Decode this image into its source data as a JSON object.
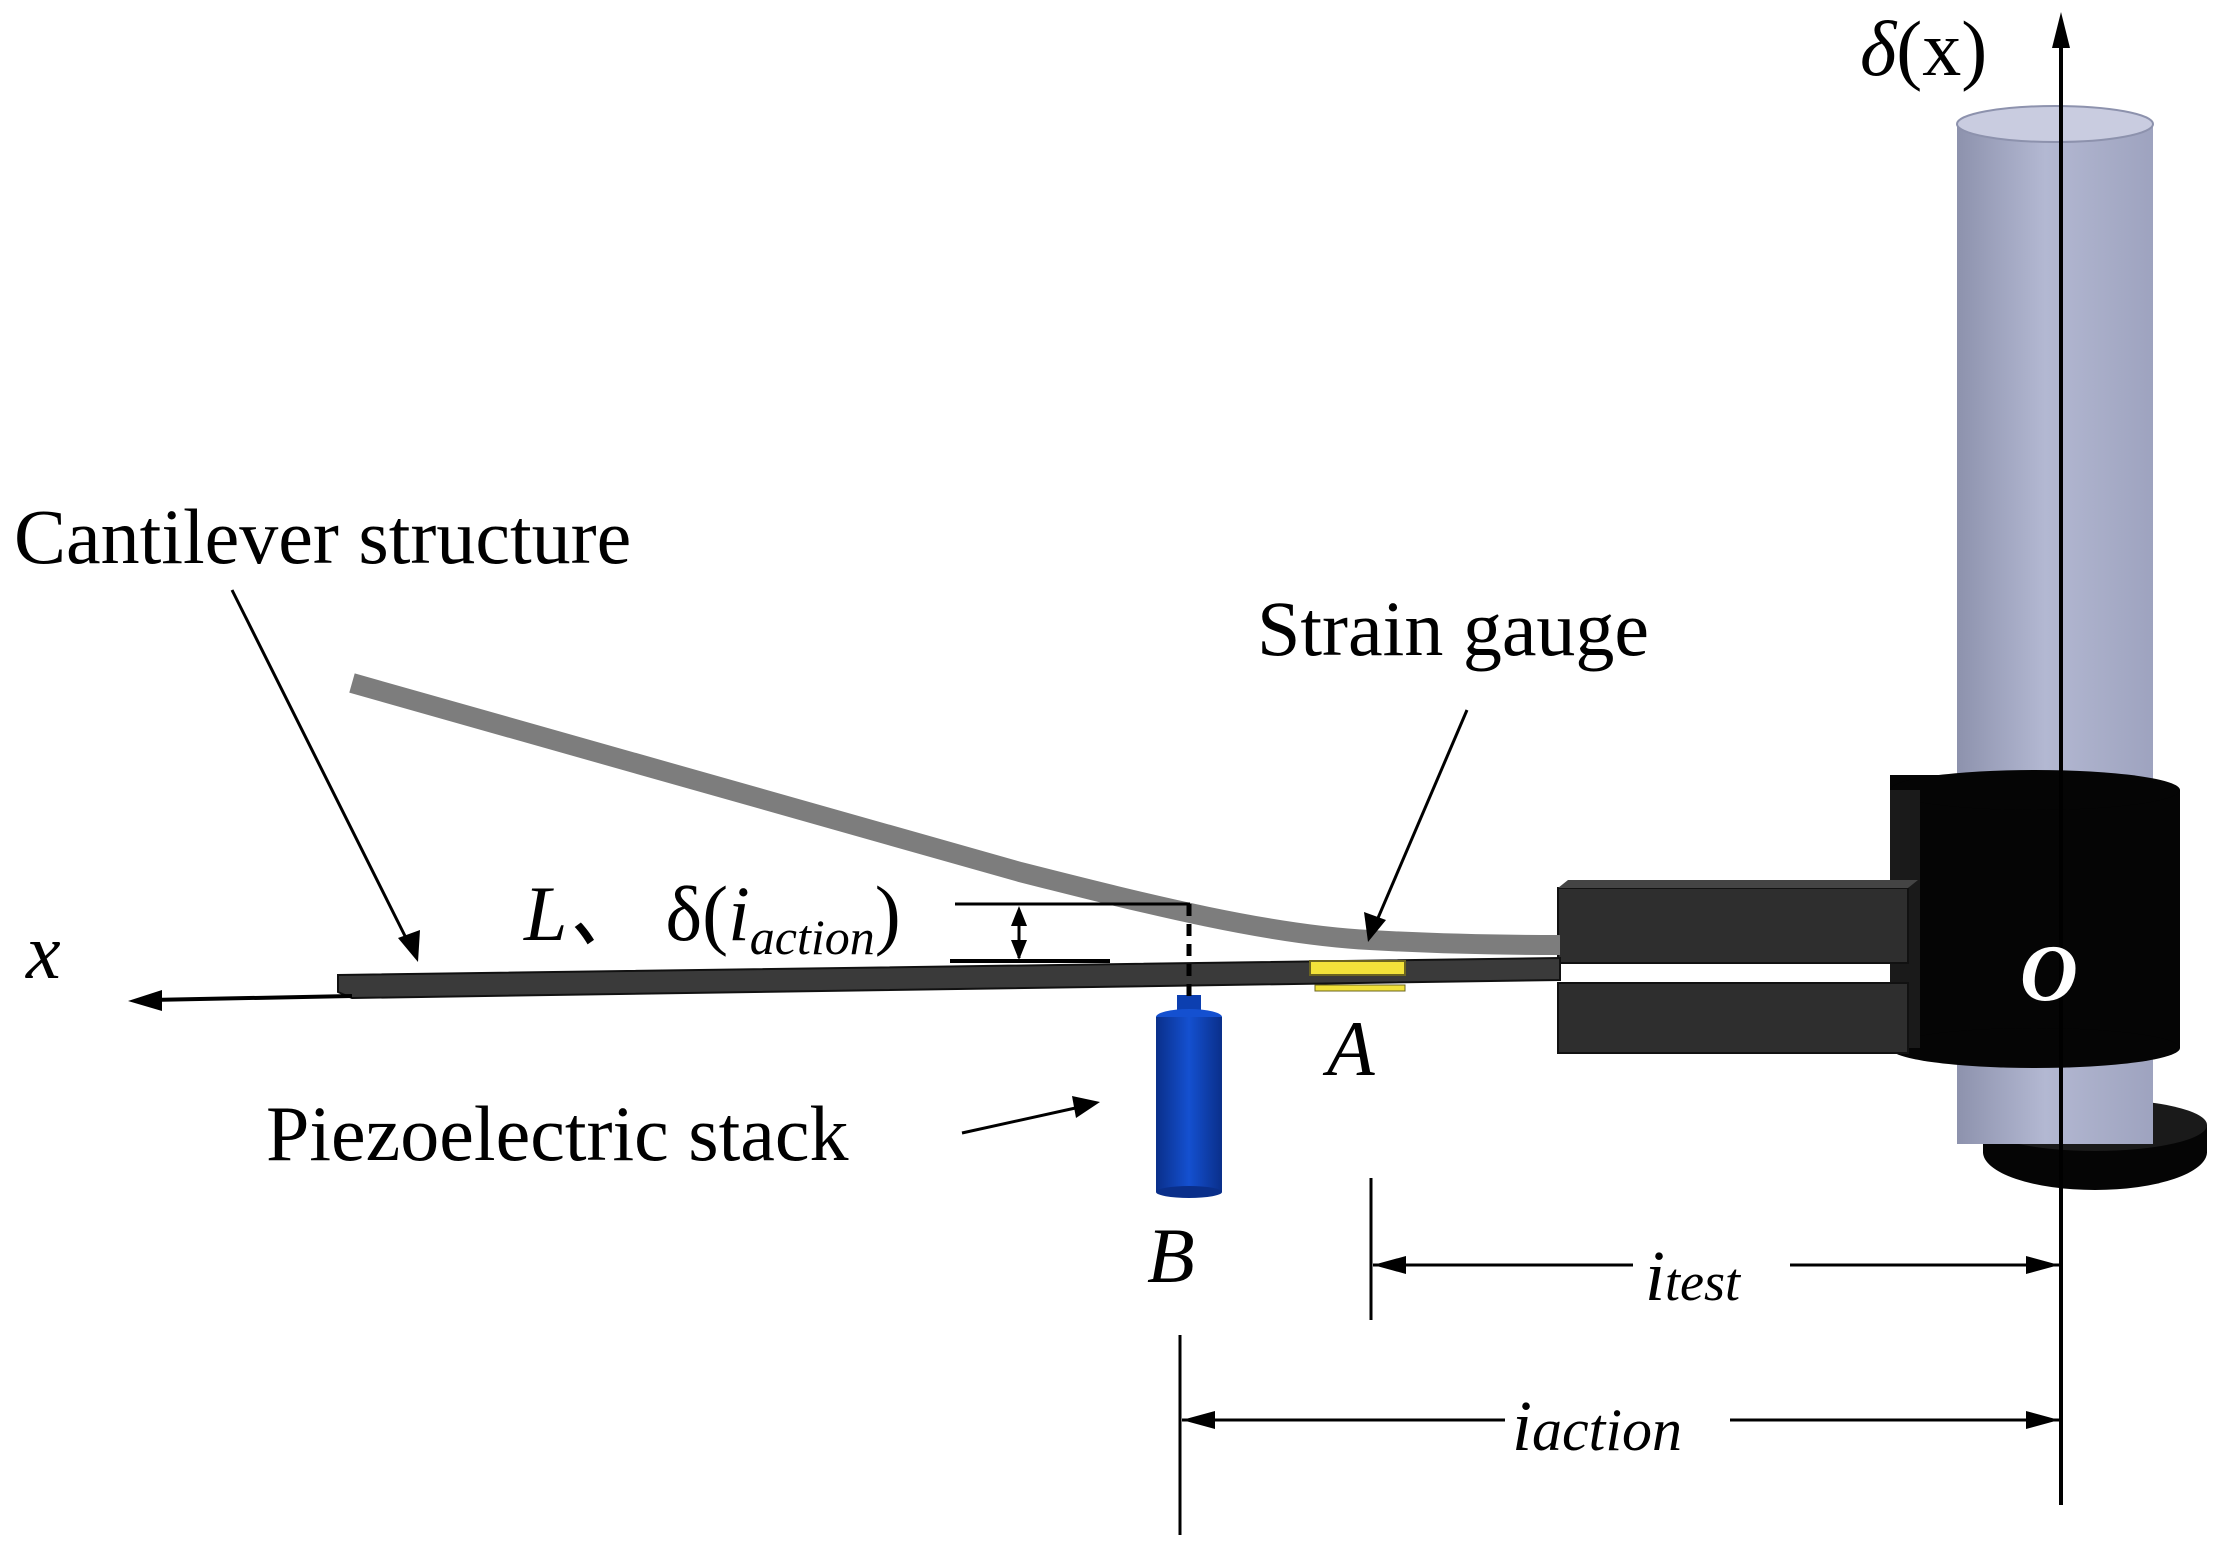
{
  "labels": {
    "cantilever": "Cantilever structure",
    "strain_gauge": "Strain gauge",
    "piezo_stack": "Piezoelectric stack",
    "x_axis": "x",
    "delta": "δ",
    "delta_x_arg": "(x)",
    "point_a": "A",
    "point_b": "B",
    "origin": "O",
    "l_sep": "L、",
    "delta_action_open": "δ(",
    "i_main": "i",
    "action_sub": "action",
    "close_paren": ")",
    "i_test_i": "i",
    "i_test_sub": "test",
    "i_action_i": "i",
    "i_action_sub": "action"
  },
  "colors": {
    "beam": "#3a3a3a",
    "deflected_beam": "#7d7d7d",
    "clamp": "#2e2e2e",
    "post": "#a9aec8",
    "post_top": "#c9cce0",
    "collar": "#050505",
    "piezo": "#0c3fb0",
    "gauge": "#f2e23a"
  }
}
